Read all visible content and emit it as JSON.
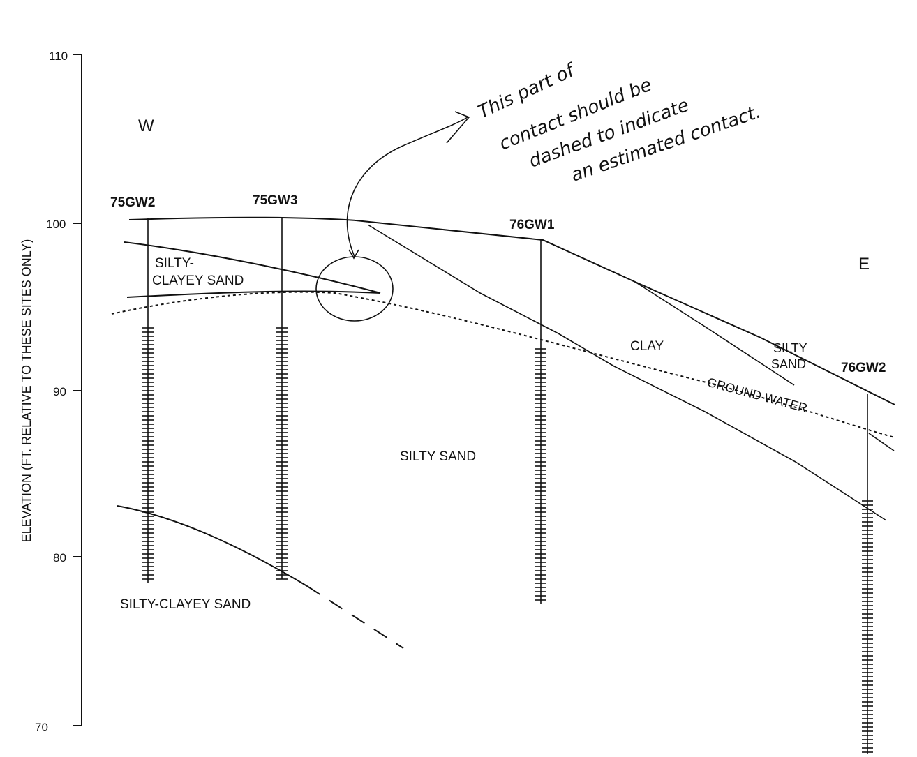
{
  "axis": {
    "label": "ELEVATION (FT. RELATIVE TO THESE SITES ONLY)",
    "ticks": [
      "110",
      "100",
      "90",
      "80",
      "70"
    ]
  },
  "directions": {
    "west": "W",
    "east": "E"
  },
  "wells": [
    "75GW2",
    "75GW3",
    "76GW1",
    "76GW2"
  ],
  "units": {
    "silty_clayey_sand_upper": [
      "SILTY-",
      "CLAYEY SAND"
    ],
    "clay": "CLAY",
    "silty_sand_east": [
      "SILTY",
      "SAND"
    ],
    "ground_water": "GROUND WATER",
    "silty_sand_main": "SILTY SAND",
    "silty_clayey_sand_lower": "SILTY-CLAYEY SAND"
  },
  "annotation": {
    "lines": [
      "This part of",
      "contact should be",
      "dashed to indicate",
      "an estimated contact."
    ]
  }
}
